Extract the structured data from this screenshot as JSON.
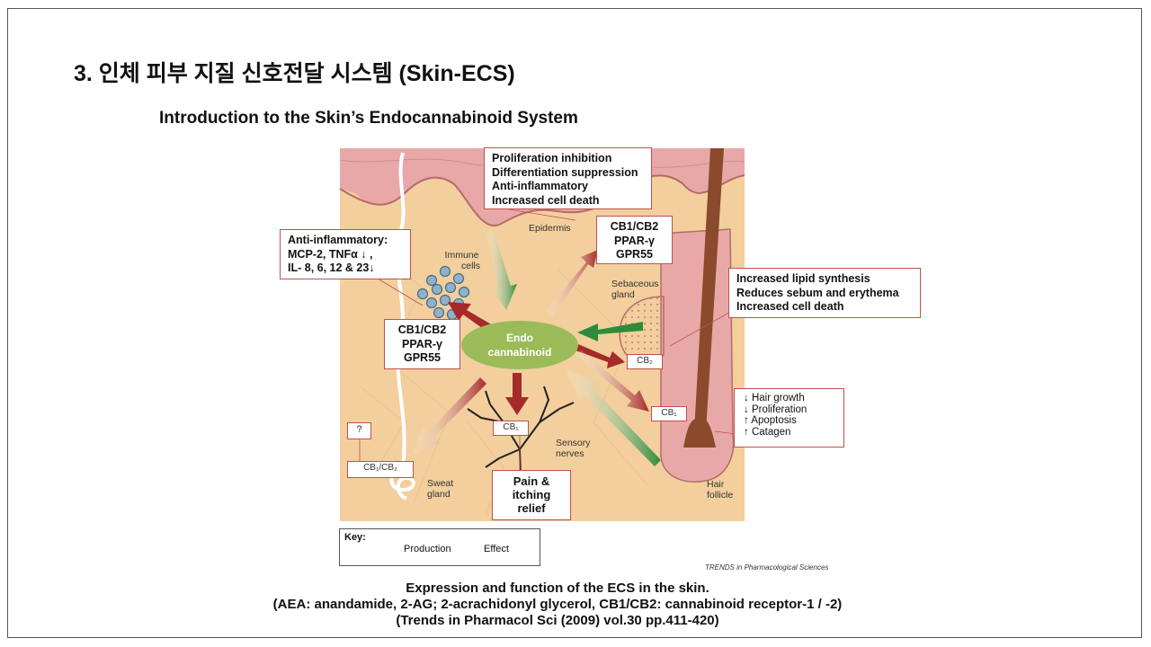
{
  "slide": {
    "title": "3.  인체 피부 지질 신호전달 시스템 (Skin-ECS)",
    "subtitle": "Introduction to the Skin’s Endocannabinoid  System"
  },
  "figure": {
    "boxes": {
      "epidermis_effects": [
        "Proliferation inhibition",
        "Differentiation suppression",
        "Anti-inflammatory",
        "Increased cell death"
      ],
      "epidermis_receptors": [
        "CB1/CB2",
        "PPAR-γ",
        "GPR55"
      ],
      "immune_effects": [
        "Anti-inflammatory:",
        "MCP-2, TNFα ↓ ,",
        "IL- 8, 6, 12 & 23↓"
      ],
      "immune_receptors": [
        "CB1/CB2",
        "PPAR-γ",
        "GPR55"
      ],
      "sebaceous_effects": [
        "Increased lipid synthesis",
        "Reduces sebum and erythema",
        "Increased cell death"
      ],
      "hair_effects": [
        "↓ Hair growth",
        "↓ Proliferation",
        "↑ Apoptosis",
        "↑ Catagen"
      ],
      "sensory_effects": [
        "Pain &",
        "itching",
        "relief"
      ],
      "sweat_unknown": "?"
    },
    "center": [
      "Endo",
      "cannabinoid"
    ],
    "tags": {
      "cb2_sebaceous": "CB₂",
      "cb1_hair": "CB₁",
      "cb1_nerve": "CB₁",
      "cb1cb2_sweat": "CB₁/CB₂"
    },
    "labels": {
      "epidermis": "Epidermis",
      "immune": [
        "Immune",
        "cells"
      ],
      "sebaceous": [
        "Sebaceous",
        "gland"
      ],
      "sensory": [
        "Sensory",
        "nerves"
      ],
      "sweat": [
        "Sweat",
        "gland"
      ],
      "hair": [
        "Hair",
        "follicle"
      ]
    },
    "key": {
      "title": "Key:",
      "production": "Production",
      "effect": "Effect"
    },
    "source": "TRENDS in Pharmacological Sciences",
    "colors": {
      "production": "#2e8b3a",
      "effect": "#a52a2a",
      "center": "#9bbb59",
      "box_border": "#c0504d",
      "skin": "#f2cf9d"
    }
  },
  "caption": [
    "Expression and function of the ECS in the skin.",
    "(AEA: anandamide, 2-AG; 2-acrachidonyl glycerol, CB1/CB2: cannabinoid receptor-1 / -2)",
    "(Trends in Pharmacol Sci (2009) vol.30 pp.411-420)"
  ]
}
